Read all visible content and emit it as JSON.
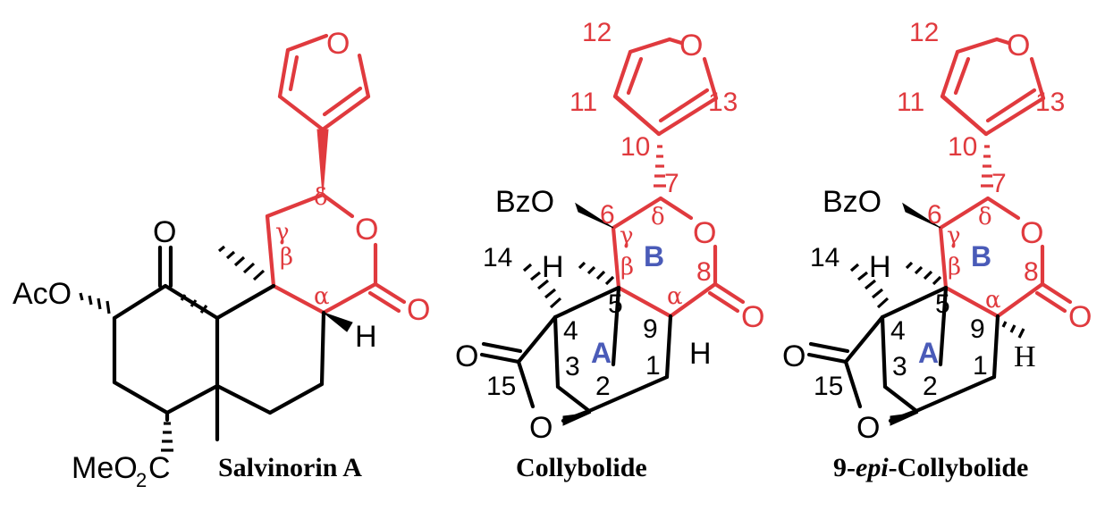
{
  "colors": {
    "skeleton": "#000000",
    "highlight": "#e03a3e",
    "ring_label": "#4a5bb8"
  },
  "molecules": [
    {
      "name": "Salvinorin A",
      "labels": {
        "acetoxy": "AcO",
        "ester": "MeO",
        "ester_sub": "2",
        "ester_c": "C",
        "ketone_o": "O",
        "ring_o": "O",
        "lactone_o": "O",
        "furan_o": "O",
        "h": "H"
      },
      "greek": {
        "alpha": "α",
        "beta": "β",
        "gamma": "γ",
        "delta": "δ"
      }
    },
    {
      "name": "Collybolide",
      "labels": {
        "benzoyloxy": "BzO",
        "furan_o": "O",
        "ring_o": "O",
        "lactone_o": "O",
        "ether_o": "O",
        "carbonyl_o": "O",
        "h5": "H",
        "h9": "H"
      },
      "numbers": {
        "n1": "1",
        "n2": "2",
        "n3": "3",
        "n4": "4",
        "n5": "5",
        "n6": "6",
        "n7": "7",
        "n8": "8",
        "n9": "9",
        "n10": "10",
        "n11": "11",
        "n12": "12",
        "n13": "13",
        "n14": "14",
        "n15": "15"
      },
      "greek": {
        "alpha": "α",
        "beta": "β",
        "gamma": "γ",
        "delta": "δ"
      },
      "rings": {
        "a": "A",
        "b": "B"
      }
    },
    {
      "name_prefix": "9-",
      "name_italic": "epi",
      "name_suffix": "-Collybolide",
      "labels": {
        "benzoyloxy": "BzO",
        "furan_o": "O",
        "ring_o": "O",
        "lactone_o": "O",
        "ether_o": "O",
        "carbonyl_o": "O",
        "h5": "H",
        "h9": "H"
      },
      "numbers": {
        "n1": "1",
        "n2": "2",
        "n3": "3",
        "n4": "4",
        "n5": "5",
        "n6": "6",
        "n7": "7",
        "n8": "8",
        "n9": "9",
        "n10": "10",
        "n11": "11",
        "n12": "12",
        "n13": "13",
        "n14": "14",
        "n15": "15"
      },
      "greek": {
        "alpha": "α",
        "beta": "β",
        "gamma": "γ",
        "delta": "δ"
      },
      "rings": {
        "a": "A",
        "b": "B"
      }
    }
  ]
}
